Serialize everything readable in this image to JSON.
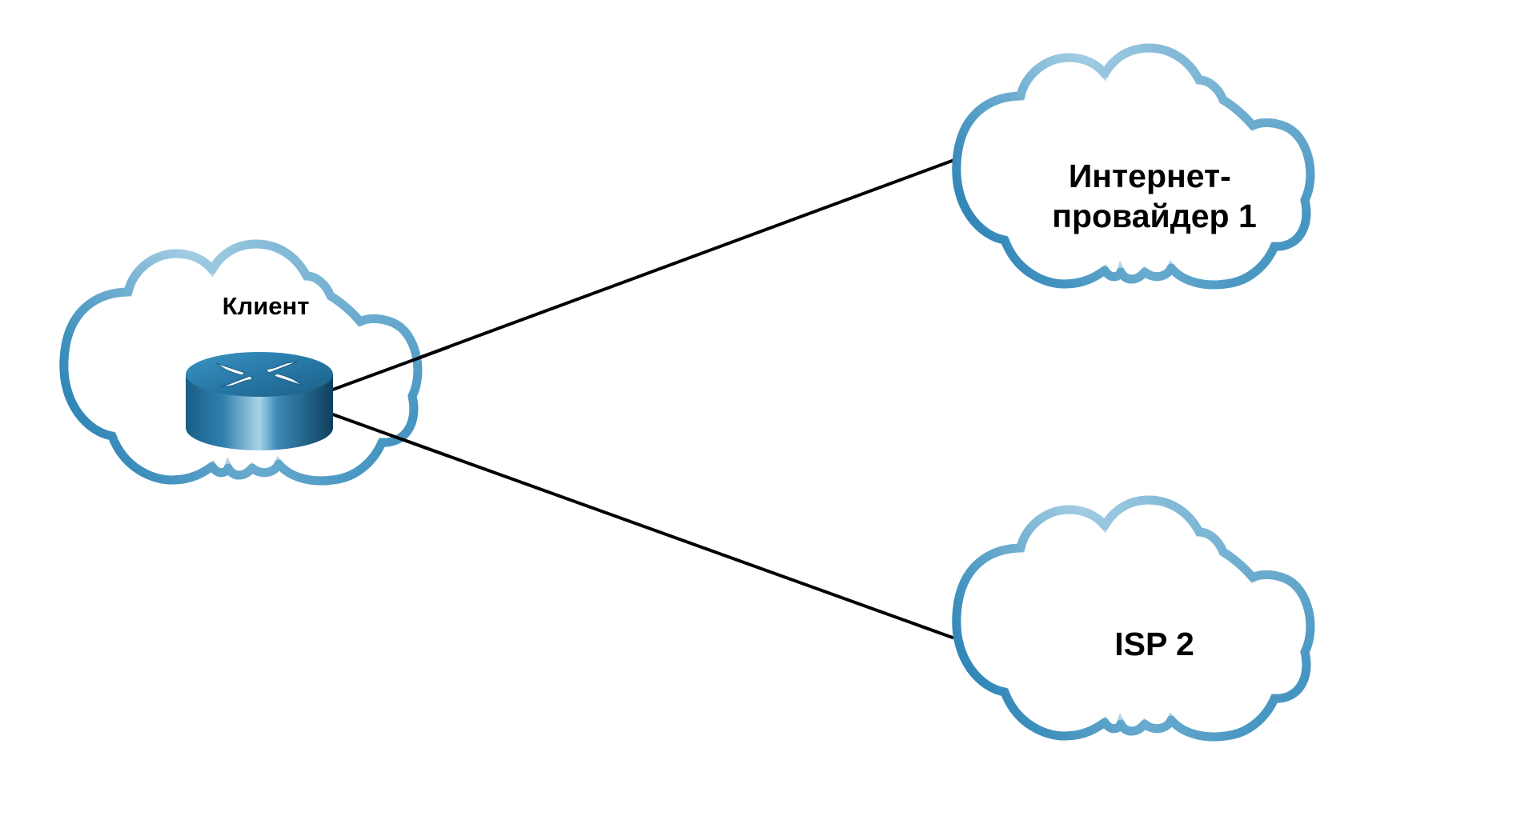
{
  "nodes": {
    "client": {
      "label": "Клиент",
      "device": "router-icon"
    },
    "isp1": {
      "label_lines": [
        "Интернет-",
        "провайдер 1"
      ]
    },
    "isp2": {
      "label": "ISP 2"
    }
  },
  "links": [
    {
      "from": "client",
      "to": "isp1"
    },
    {
      "from": "client",
      "to": "isp2"
    }
  ],
  "colors": {
    "cloud_dark": "#2E86B8",
    "cloud_light": "#B9DAEB",
    "link": "#000000",
    "router_top": "#2A7FAF",
    "router_side_dark": "#0F4666",
    "router_side_light": "#9CCBE2"
  }
}
